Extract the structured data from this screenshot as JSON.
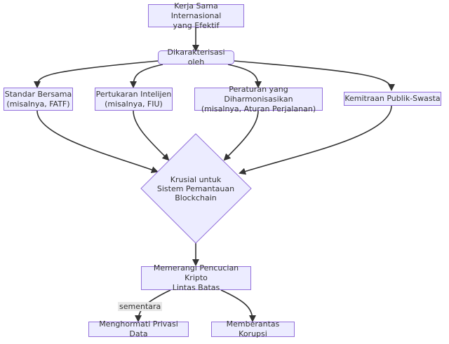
{
  "nodes": {
    "root": {
      "line1": "Kerja Sama Internasional",
      "line2": "yang Efektif"
    },
    "characterized": {
      "label": "Dikarakterisasi oleh"
    },
    "standards": {
      "line1": "Standar Bersama",
      "line2": "(misalnya, FATF)"
    },
    "intel": {
      "line1": "Pertukaran Intelijen",
      "line2": "(misalnya, FIU)"
    },
    "regulation": {
      "line1": "Peraturan yang Diharmonisasikan",
      "line2": "(misalnya, Aturan Perjalanan)"
    },
    "partnership": {
      "label": "Kemitraan Publik-Swasta"
    },
    "crucial": {
      "line1": "Krusial untuk",
      "line2": "Sistem Pemantauan",
      "line3": "Blockchain"
    },
    "combat": {
      "line1": "Memerangi Pencucian Kripto",
      "line2": "Lintas Batas"
    },
    "privacy": {
      "label": "Menghormati Privasi Data"
    },
    "corruption": {
      "label": "Memberantas Korupsi"
    }
  },
  "edges": {
    "while_label": "sementara"
  },
  "colors": {
    "node_fill": "#ececff",
    "node_border": "#9370db",
    "edge": "#333333",
    "label_bg": "#e8e8e8"
  }
}
